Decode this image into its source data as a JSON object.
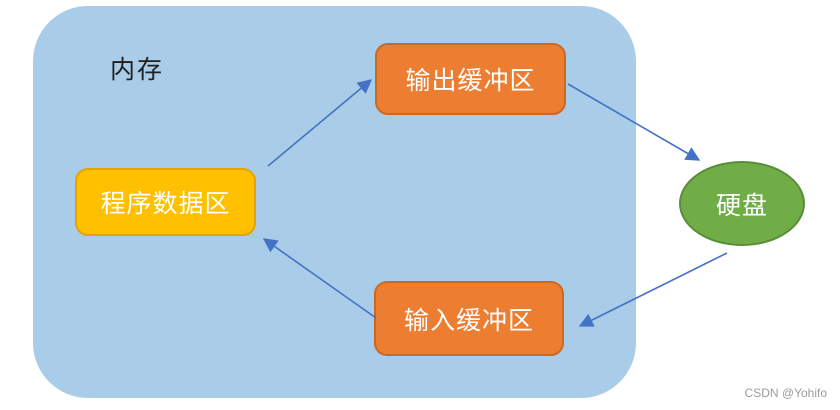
{
  "diagram": {
    "nodes": {
      "memory": {
        "label": "内存",
        "shape": "rounded-rectangle"
      },
      "output_buffer": {
        "label": "输出缓冲区",
        "shape": "rounded-rectangle"
      },
      "program_data": {
        "label": "程序数据区",
        "shape": "rounded-rectangle"
      },
      "input_buffer": {
        "label": "输入缓冲区",
        "shape": "rounded-rectangle"
      },
      "hard_disk": {
        "label": "硬盘",
        "shape": "ellipse"
      }
    },
    "edges": [
      {
        "from": "程序数据区",
        "to": "输出缓冲区"
      },
      {
        "from": "输出缓冲区",
        "to": "硬盘"
      },
      {
        "from": "硬盘",
        "to": "输入缓冲区"
      },
      {
        "from": "输入缓冲区",
        "to": "程序数据区"
      }
    ]
  },
  "watermark": "CSDN @Yohifo",
  "colors": {
    "canvas-bg": "#ffffff",
    "memory-fill": "#a9cce9",
    "memory-text": "#1f1f1f",
    "buffer-fill": "#ed7d31",
    "buffer-border": "#c96a22",
    "program-fill": "#ffc000",
    "program-border": "#e3a400",
    "disk-fill": "#70ad47",
    "disk-border": "#5a8c39",
    "arrow": "#4472c4",
    "node-text": "#ffffff",
    "watermark-text": "#9b9b9b"
  }
}
